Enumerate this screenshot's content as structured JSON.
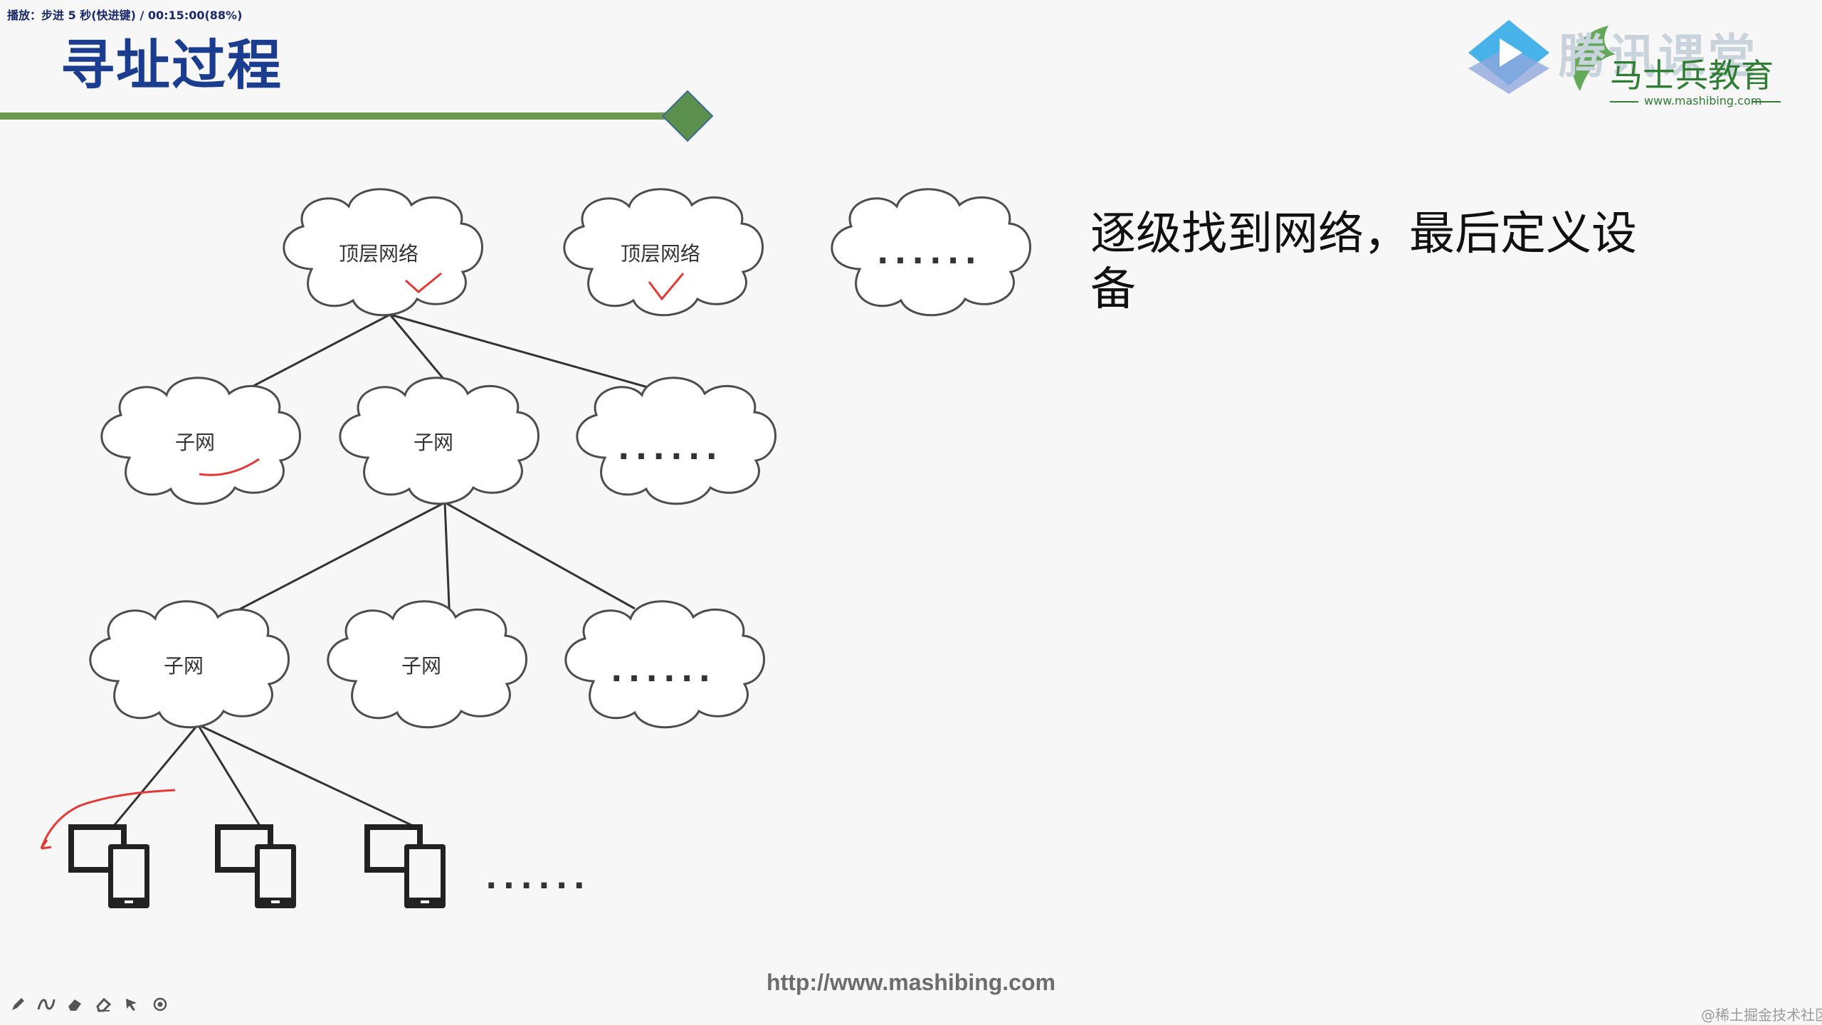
{
  "status_text": "播放：步进 5 秒(快进键) / 00:15:00(88%)",
  "title": "寻址过程",
  "logo": {
    "primary_text": "腾讯课堂",
    "secondary_text": "马士兵教育",
    "url": "www.mashibing.com"
  },
  "description": "逐级找到网络，最后定义设备",
  "diagram": {
    "top_networks": [
      {
        "label": "顶层网络",
        "checked": true
      },
      {
        "label": "顶层网络",
        "checked": true
      },
      {
        "label": "......",
        "checked": false
      }
    ],
    "level2_subnets": [
      {
        "label": "子网",
        "underlined": true
      },
      {
        "label": "子网",
        "underlined": false
      },
      {
        "label": "......",
        "underlined": false
      }
    ],
    "level3_subnets": [
      {
        "label": "子网"
      },
      {
        "label": "子网"
      },
      {
        "label": "......"
      }
    ],
    "devices": [
      "device",
      "device",
      "device"
    ],
    "devices_more": "......"
  },
  "footer_url": "http://www.mashibing.com",
  "watermark": "@稀土掘金技术社区",
  "toolbar": [
    "pen-icon",
    "curve-icon",
    "marker-icon",
    "eraser-icon",
    "pointer-icon",
    "record-icon"
  ],
  "colors": {
    "title": "#1b3d8f",
    "accent_line": "#6a9a4f",
    "diamond": "#5a8f4e",
    "annotation": "#e53935"
  }
}
